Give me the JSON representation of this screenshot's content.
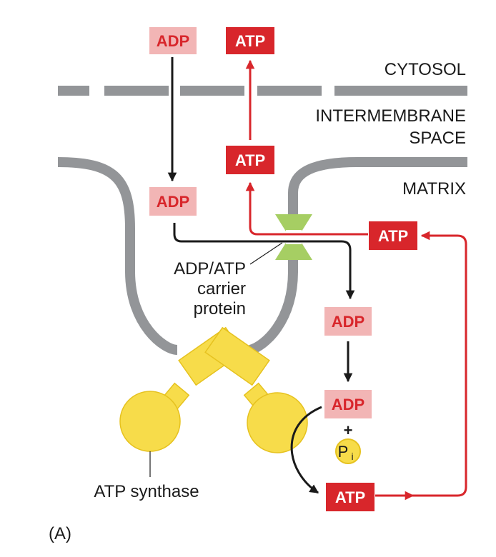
{
  "regions": {
    "cytosol": "CYTOSOL",
    "intermembrane_line1": "INTERMEMBRANE",
    "intermembrane_line2": "SPACE",
    "matrix": "MATRIX"
  },
  "molecules": {
    "adp": "ADP",
    "atp": "ATP",
    "plus": "+",
    "pi_main": "P",
    "pi_sub": "i"
  },
  "labels": {
    "carrier_line1": "ADP/ATP",
    "carrier_line2": "carrier",
    "carrier_line3": "protein",
    "synthase": "ATP synthase",
    "panel": "(A)"
  },
  "colors": {
    "adp_box": "#f2b5b5",
    "adp_text": "#d8262b",
    "atp_box": "#d8262b",
    "atp_text": "#ffffff",
    "red_arrow": "#d8262b",
    "black_arrow": "#1a1a1a",
    "membrane": "#939598",
    "carrier": "#a6ce63",
    "synthase": "#f7dc4a",
    "synthase_outline": "#e6c21f"
  },
  "icons": {
    "pi_circle": "phosphate-circle-icon"
  }
}
